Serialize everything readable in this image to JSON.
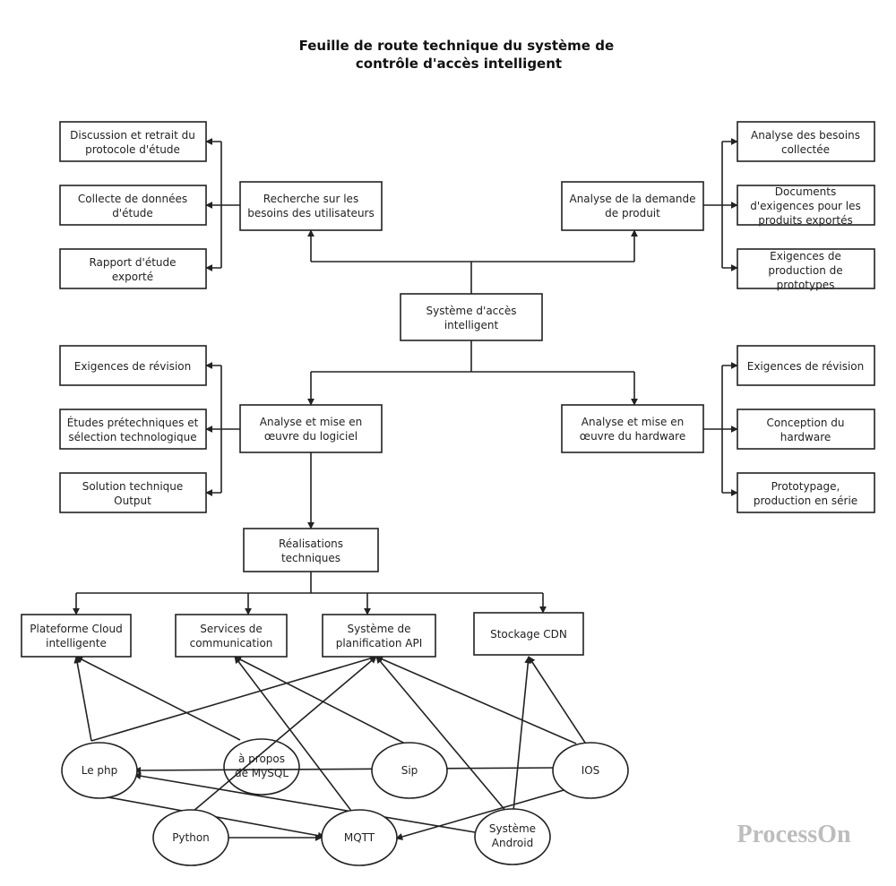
{
  "title": [
    "Feuille de route technique du système de",
    "contrôle d'accès intelligent"
  ],
  "watermark": "ProcessOn",
  "nodes": {
    "root": [
      "Système d'accès",
      "intelligent"
    ],
    "research": [
      "Recherche sur les",
      "besoins des utilisateurs"
    ],
    "demand": [
      "Analyse de la demande",
      "de produit"
    ],
    "software": [
      "Analyse et mise en",
      "œuvre du logiciel"
    ],
    "hardware": [
      "Analyse et mise en",
      "œuvre du hardware"
    ],
    "r_protocol": [
      "Discussion et retrait du",
      "protocole d'étude"
    ],
    "r_collect": [
      "Collecte de données",
      "d'étude"
    ],
    "r_report": [
      "Rapport d'étude",
      "exporté"
    ],
    "d_needs": [
      "Analyse des besoins",
      "collectée"
    ],
    "d_docs": [
      "Documents",
      "d'exigences pour les",
      "produits exportés"
    ],
    "d_proto": [
      "Exigences de",
      "production de",
      "prototypes"
    ],
    "s_revision": [
      "Exigences de révision"
    ],
    "s_studies": [
      "Études prétechniques et",
      "sélection technologique"
    ],
    "s_solution": [
      "Solution technique",
      "Output"
    ],
    "h_revision": [
      "Exigences de révision"
    ],
    "h_design": [
      "Conception du",
      "hardware"
    ],
    "h_proto": [
      "Prototypage,",
      "production en série"
    ],
    "realisations": [
      "Réalisations",
      "techniques"
    ],
    "cloud": [
      "Plateforme Cloud",
      "intelligente"
    ],
    "comm": [
      "Services de",
      "communication"
    ],
    "api": [
      "Système de",
      "planification API"
    ],
    "cdn": [
      "Stockage CDN"
    ],
    "php": [
      "Le php"
    ],
    "mysql": [
      "à propos",
      "de MySQL"
    ],
    "sip": [
      "Sip"
    ],
    "ios": [
      "IOS"
    ],
    "python": [
      "Python"
    ],
    "mqtt": [
      "MQTT"
    ],
    "android": [
      "Système",
      "Android"
    ]
  }
}
